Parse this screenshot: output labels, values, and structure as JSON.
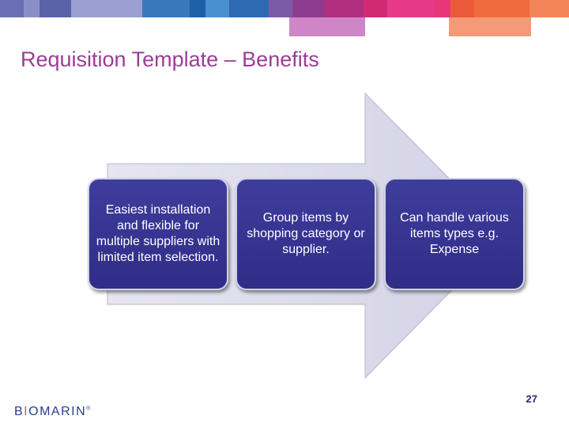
{
  "title": "Requisition Template – Benefits",
  "steps": [
    {
      "text": "Easiest installation and flexible for multiple suppliers with limited item selection."
    },
    {
      "text": "Group items by shopping category or supplier."
    },
    {
      "text": "Can handle various items types e.g. Expense"
    }
  ],
  "page_number": "27",
  "logo": {
    "text": "BIOMARIN"
  },
  "colors": {
    "title": "#9b3d96",
    "box_fill": "#35338f",
    "arrow_fill": "#d7d6e8",
    "page_number": "#2a2a80"
  }
}
